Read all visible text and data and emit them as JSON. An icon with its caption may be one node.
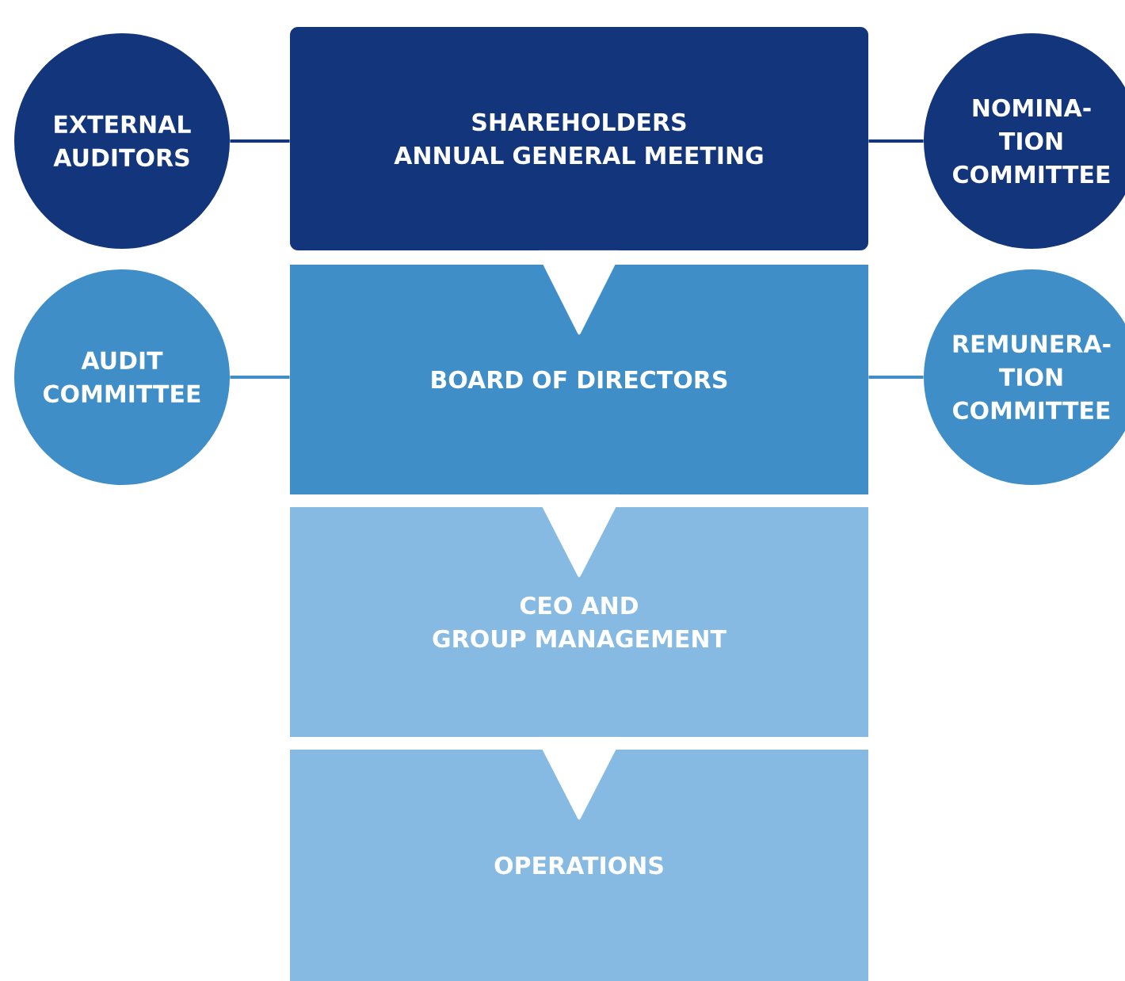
{
  "diagram": {
    "nodes": [
      {
        "text": [
          "EXTERNAL AUDITORS"
        ]
      },
      {
        "text": [
          "SHAREHOLDERS ANNUAL GENERAL MEETING"
        ]
      },
      {
        "text": [
          "NOMINA- TION COMMITTEE"
        ]
      },
      {
        "text": [
          "AUDIT COMMITTEE"
        ]
      },
      {
        "text": [
          "BOARD OF DIRECTORS"
        ]
      },
      {
        "text": [
          "REMUNERA- TION COMMITTEE"
        ]
      },
      {
        "text": [
          "CEO AND GROUP MANAGEMENT"
        ]
      },
      {
        "text": [
          "OPERATIONS"
        ]
      }
    ],
    "edges": [
      {
        "from": 0,
        "to": 1,
        "arrow": "none",
        "color": "#13357b"
      },
      {
        "from": 1,
        "to": 2,
        "arrow": "none",
        "color": "#13357b"
      },
      {
        "from": 3,
        "to": 4,
        "arrow": "none",
        "color": "#3f8ec8"
      },
      {
        "from": 4,
        "to": 5,
        "arrow": "none",
        "color": "#3f8ec8"
      },
      {
        "from": 1,
        "to": 4,
        "arrow": "to"
      },
      {
        "from": 4,
        "to": 6,
        "arrow": "to"
      },
      {
        "from": 6,
        "to": 7,
        "arrow": "to"
      }
    ]
  }
}
